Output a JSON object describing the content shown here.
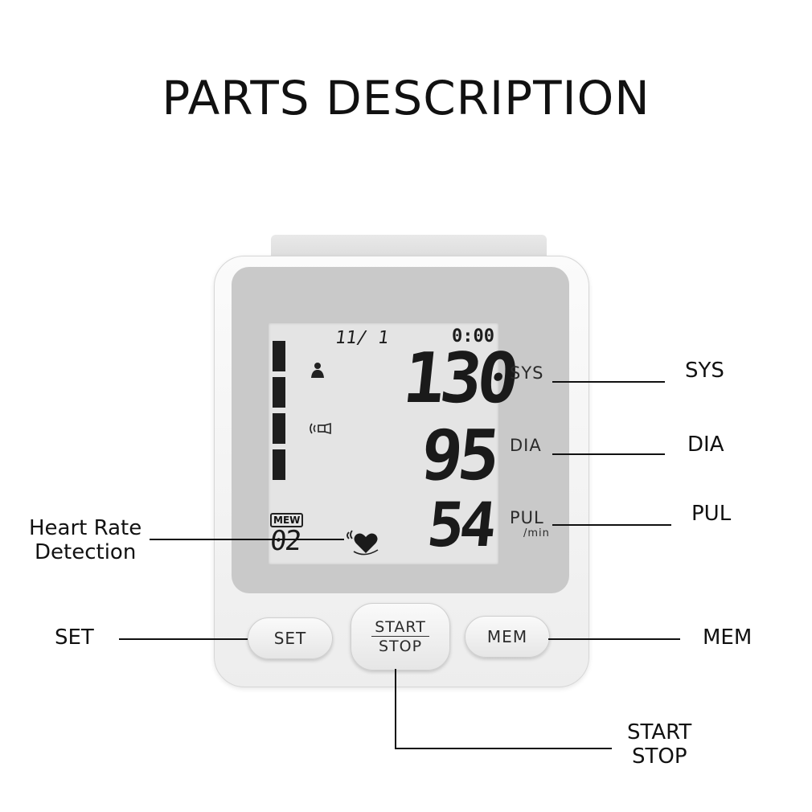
{
  "title": "PARTS DESCRIPTION",
  "display": {
    "date": "11/ 1",
    "time": "0:00",
    "sys_value": "130",
    "dia_value": "95",
    "pul_value": "54",
    "memory_badge": "MEW",
    "memory_number": "02",
    "sys_label": "SYS",
    "dia_label": "DIA",
    "pul_label": "PUL",
    "pul_unit": "/min",
    "icons": [
      "person-icon",
      "cuff-signal-icon",
      "heart-pulse-icon"
    ]
  },
  "buttons": {
    "set": "SET",
    "start_top": "START",
    "start_bottom": "STOP",
    "mem": "MEM"
  },
  "callouts": {
    "sys": "SYS",
    "dia": "DIA",
    "pul": "PUL",
    "heart_rate_line1": "Heart Rate",
    "heart_rate_line2": "Detection",
    "set": "SET",
    "mem": "MEM",
    "start_line1": "START",
    "start_line2": "STOP"
  },
  "colors": {
    "lcd_background": "#e4e4e4",
    "bezel": "#c9c9c9",
    "device_body": "#f4f4f4"
  }
}
